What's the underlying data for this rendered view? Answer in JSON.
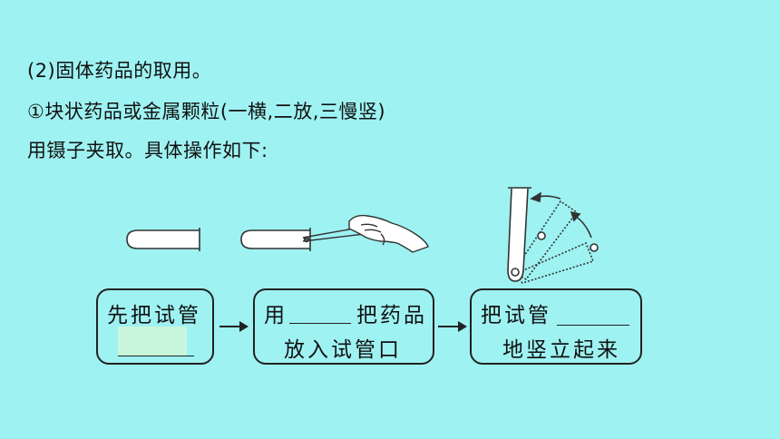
{
  "text": {
    "line1": "(2)固体药品的取用。",
    "line2": "①块状药品或金属颗粒(一横,二放,三慢竖)",
    "line3": "用镊子夹取。具体操作如下:"
  },
  "steps": [
    {
      "text": "先把试管"
    },
    {
      "text_before": "用",
      "text_after": "把药品",
      "line2": "放入试管口"
    },
    {
      "text": "把试管",
      "line2": "地竖立起来"
    }
  ]
}
